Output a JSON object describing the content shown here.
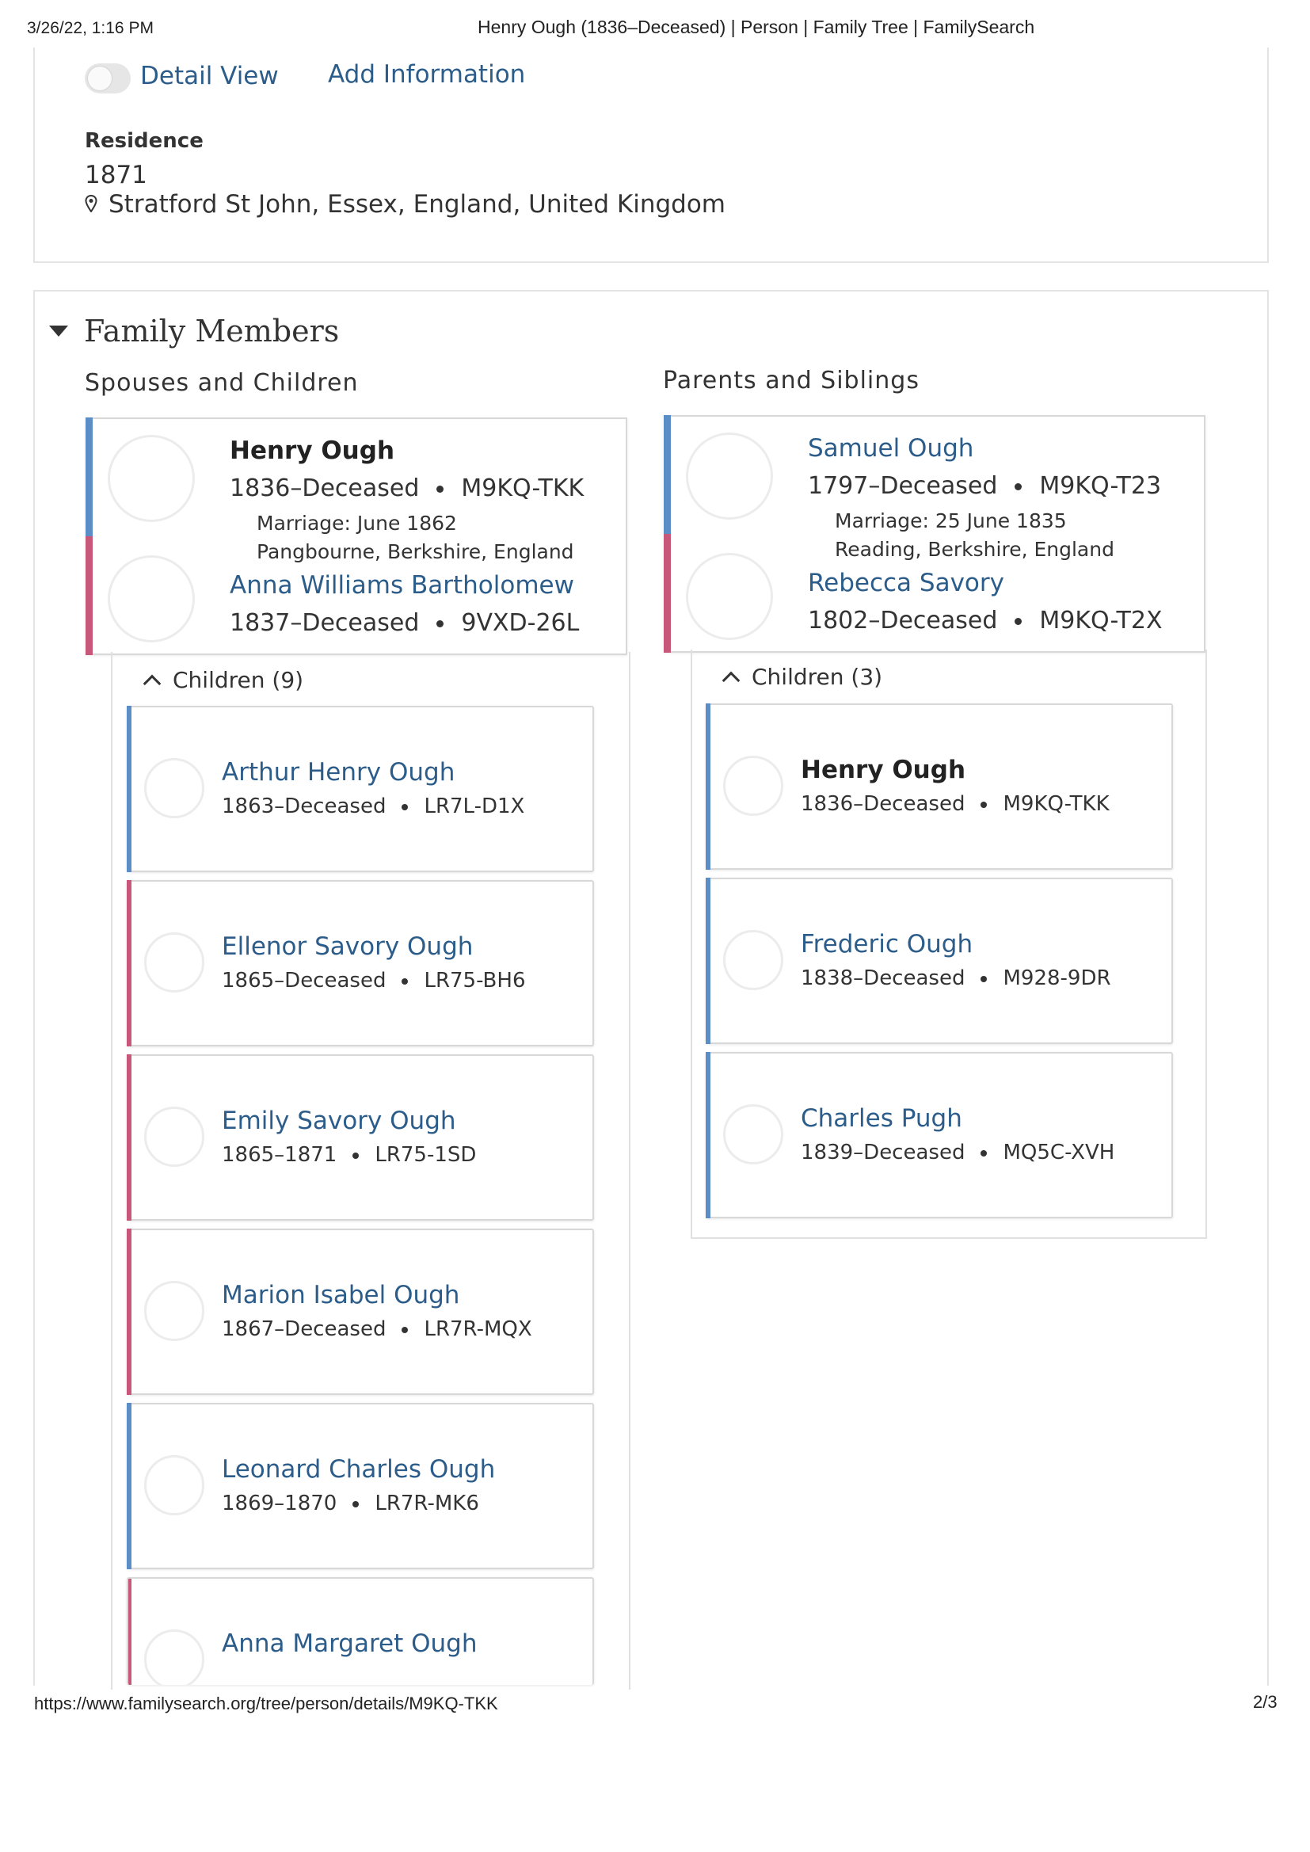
{
  "print_header": {
    "datetime": "3/26/22, 1:16 PM",
    "title": "Henry Ough (1836–Deceased) | Person | Family Tree | FamilySearch"
  },
  "print_footer": {
    "url": "https://www.familysearch.org/tree/person/details/M9KQ-TKK",
    "page": "2/3"
  },
  "controls": {
    "detail_view": "Detail View",
    "add_information": "Add Information"
  },
  "residence": {
    "label": "Residence",
    "year": "1871",
    "place": "Stratford St John, Essex, England, United Kingdom"
  },
  "family": {
    "title": "Family Members",
    "spouses_heading": "Spouses and Children",
    "parents_heading": "Parents and Siblings",
    "spouses": {
      "husband": {
        "name": "Henry Ough",
        "years": "1836–Deceased",
        "id": "M9KQ-TKK"
      },
      "marriage": "Marriage: June 1862",
      "marriage_place": "Pangbourne, Berkshire, England",
      "wife": {
        "name": "Anna Williams Bartholomew",
        "years": "1837–Deceased",
        "id": "9VXD-26L"
      },
      "children_label": "Children (9)",
      "children": [
        {
          "name": "Arthur Henry Ough",
          "years": "1863–Deceased",
          "id": "LR7L-D1X",
          "sex": "male"
        },
        {
          "name": "Ellenor Savory Ough",
          "years": "1865–Deceased",
          "id": "LR75-BH6",
          "sex": "female"
        },
        {
          "name": "Emily Savory Ough",
          "years": "1865–1871",
          "id": "LR75-1SD",
          "sex": "female"
        },
        {
          "name": "Marion Isabel Ough",
          "years": "1867–Deceased",
          "id": "LR7R-MQX",
          "sex": "female"
        },
        {
          "name": "Leonard Charles Ough",
          "years": "1869–1870",
          "id": "LR7R-MK6",
          "sex": "male"
        },
        {
          "name": "Anna Margaret Ough",
          "years": "",
          "id": "",
          "sex": "female"
        }
      ]
    },
    "parents": {
      "father": {
        "name": "Samuel Ough",
        "years": "1797–Deceased",
        "id": "M9KQ-T23"
      },
      "marriage": "Marriage: 25 June 1835",
      "marriage_place": "Reading, Berkshire, England",
      "mother": {
        "name": "Rebecca Savory",
        "years": "1802–Deceased",
        "id": "M9KQ-T2X"
      },
      "children_label": "Children (3)",
      "children": [
        {
          "name": "Henry Ough",
          "years": "1836–Deceased",
          "id": "M9KQ-TKK",
          "sex": "male",
          "current": true
        },
        {
          "name": "Frederic Ough",
          "years": "1838–Deceased",
          "id": "M928-9DR",
          "sex": "male"
        },
        {
          "name": "Charles Pugh",
          "years": "1839–Deceased",
          "id": "MQ5C-XVH",
          "sex": "male"
        }
      ]
    }
  },
  "colors": {
    "male": "#5b8ec7",
    "female": "#c8587a",
    "link": "#2c5d8a"
  }
}
